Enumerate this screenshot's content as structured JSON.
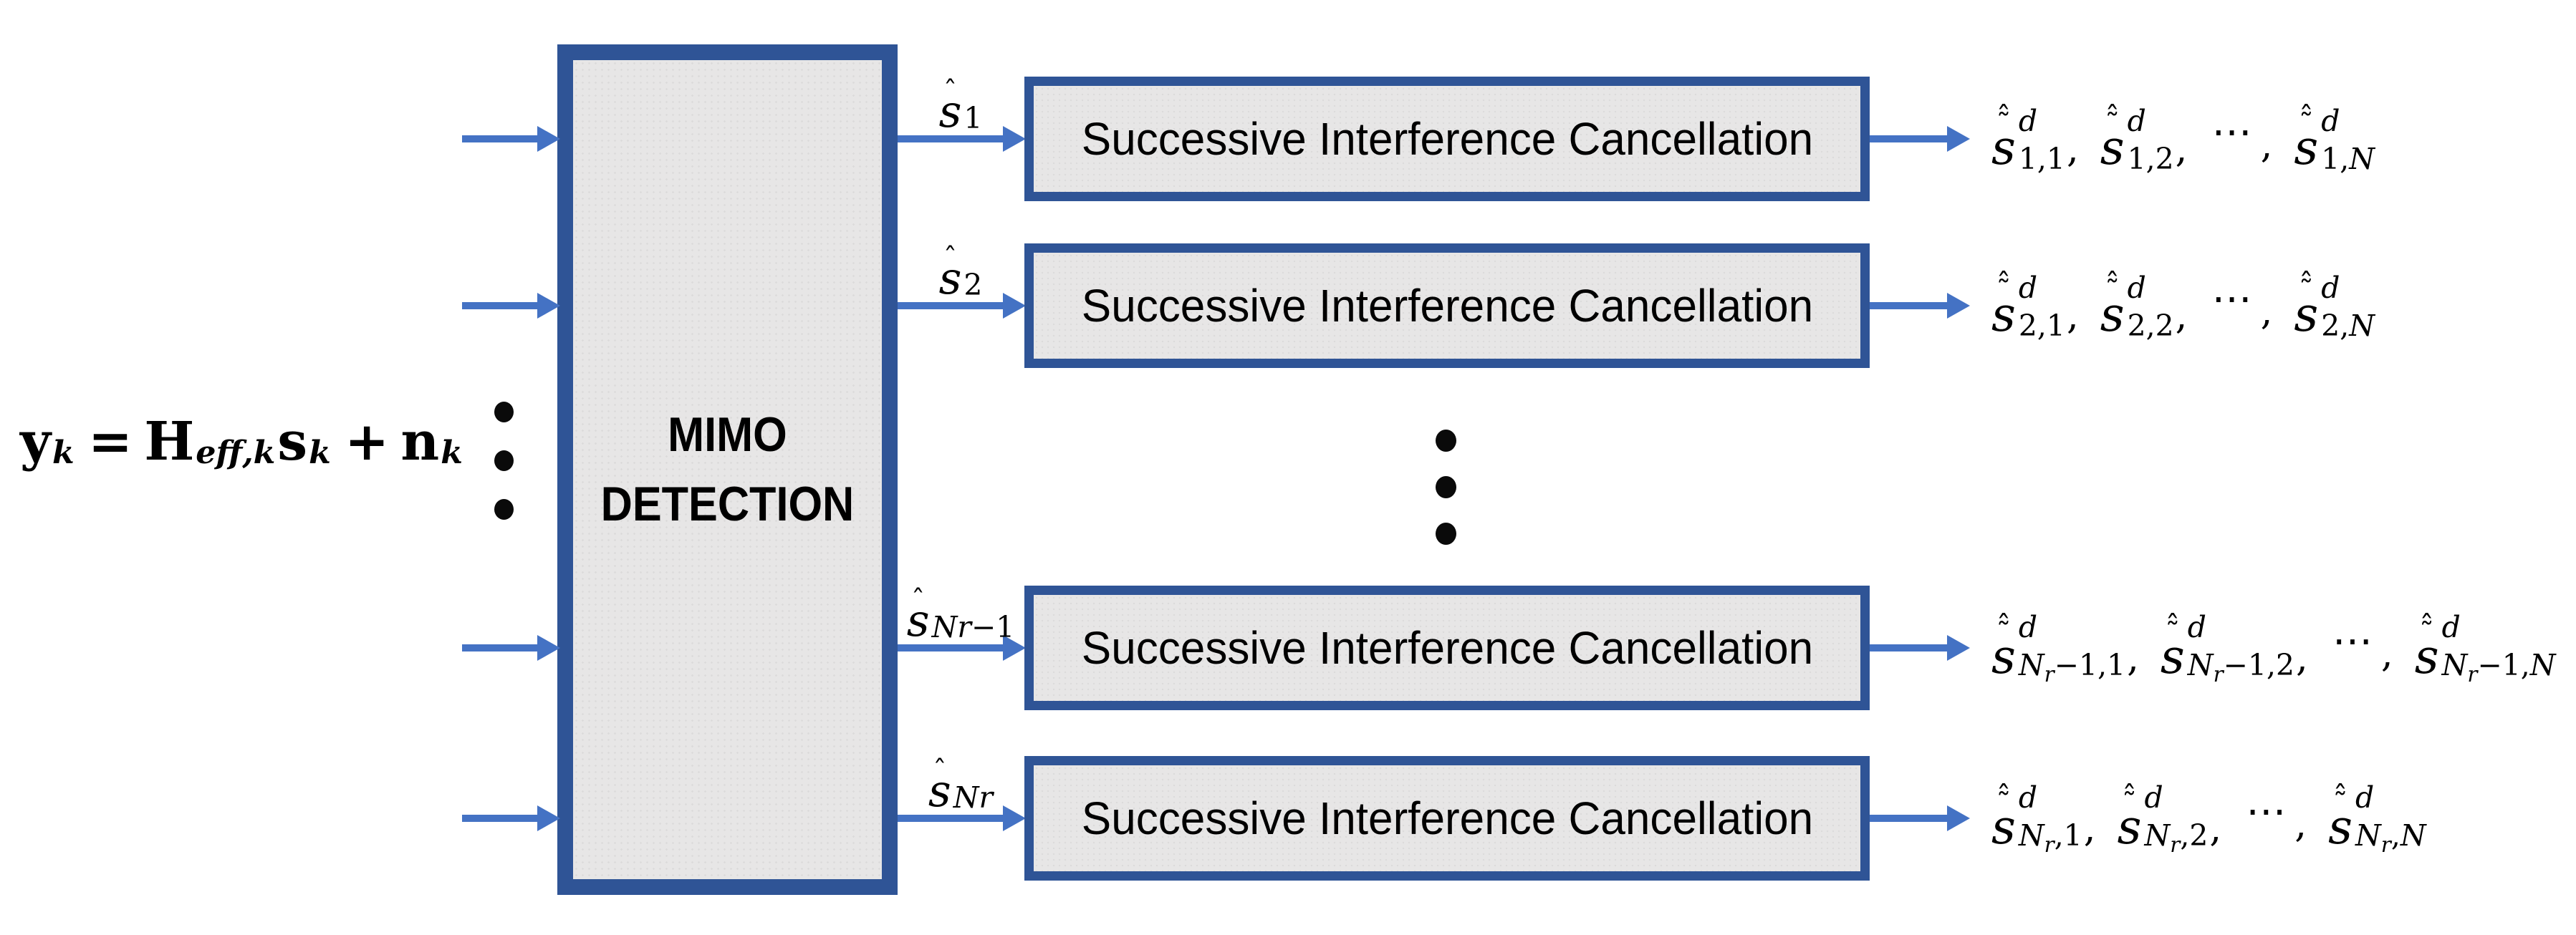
{
  "equation": {
    "y": "y",
    "y_sub": "k",
    "equals": "=",
    "H": "H",
    "H_sub": "eff,k",
    "s": "s",
    "s_sub": "k",
    "plus": "+",
    "n": "n",
    "n_sub": "k"
  },
  "mimo_box": {
    "line1": "MIMO",
    "line2": "DETECTION"
  },
  "sic_label": "Successive Interference Cancellation",
  "symbols": {
    "hat_s_base": "s",
    "superscript": "d",
    "cdots": "⋯",
    "comma": ","
  },
  "rows": [
    {
      "arrow_sub": "1",
      "outputs": [
        "1,1",
        "1,2",
        "1,N"
      ]
    },
    {
      "arrow_sub": "2",
      "outputs": [
        "2,1",
        "2,2",
        "2,N"
      ]
    },
    {
      "arrow_sub": "Nr−1",
      "outputs": [
        "N_r−1,1",
        "N_r−1,2",
        "N_r−1,N"
      ]
    },
    {
      "arrow_sub": "Nr",
      "outputs": [
        "N_r,1",
        "N_r,2",
        "N_r,N"
      ]
    }
  ],
  "colors": {
    "arrow": "#4472C4",
    "box_border": "#2F5496",
    "box_fill": "#E7E6E6",
    "text": "#000000",
    "background": "#FFFFFF"
  }
}
